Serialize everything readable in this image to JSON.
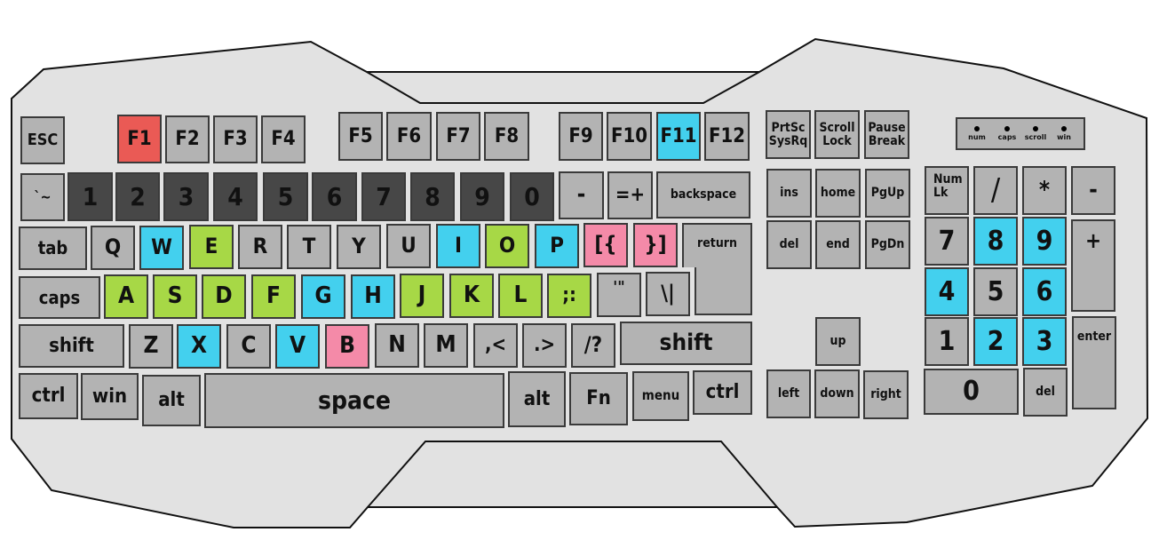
{
  "colors": {
    "body_fill": "#e2e2e2",
    "body_stroke": "#111111",
    "key_default": "#b3b3b3",
    "key_dark": "#474747",
    "key_red": "#ea5a55",
    "key_blue": "#43d0ee",
    "key_green": "#a7d846",
    "key_pink": "#f48aa8"
  },
  "indicators": {
    "labels": [
      "num",
      "caps",
      "scroll",
      "win"
    ]
  },
  "keys": {
    "esc": "ESC",
    "f1": "F1",
    "f2": "F2",
    "f3": "F3",
    "f4": "F4",
    "f5": "F5",
    "f6": "F6",
    "f7": "F7",
    "f8": "F8",
    "f9": "F9",
    "f10": "F10",
    "f11": "F11",
    "f12": "F12",
    "prtsc_1": "PrtSc",
    "prtsc_2": "SysRq",
    "scroll_1": "Scroll",
    "scroll_2": "Lock",
    "pause_1": "Pause",
    "pause_2": "Break",
    "backtick": "`~",
    "d1": "1",
    "d2": "2",
    "d3": "3",
    "d4": "4",
    "d5": "5",
    "d6": "6",
    "d7": "7",
    "d8": "8",
    "d9": "9",
    "d0": "0",
    "minus": "-",
    "equals": "=+",
    "backspace": "backspace",
    "tab": "tab",
    "q": "Q",
    "w": "W",
    "e": "E",
    "r": "R",
    "t": "T",
    "y": "Y",
    "u": "U",
    "i": "I",
    "o": "O",
    "p": "P",
    "lbracket": "[{",
    "rbracket": "}]",
    "return": "return",
    "caps": "caps",
    "a": "A",
    "s": "S",
    "d": "D",
    "f": "F",
    "g": "G",
    "h": "H",
    "j": "J",
    "k": "K",
    "l": "L",
    "semicolon": ";:",
    "quote": "'\"",
    "backslash": "\\|",
    "lshift": "shift",
    "z": "Z",
    "x": "X",
    "c": "C",
    "v": "V",
    "b": "B",
    "n": "N",
    "m": "M",
    "comma": ",<",
    "period": ".>",
    "slash": "/?",
    "rshift": "shift",
    "lctrl": "ctrl",
    "win": "win",
    "lalt": "alt",
    "space": "space",
    "ralt": "alt",
    "fn": "Fn",
    "menu": "menu",
    "rctrl": "ctrl",
    "ins": "ins",
    "home": "home",
    "pgup": "PgUp",
    "del": "del",
    "end": "end",
    "pgdn": "PgDn",
    "up": "up",
    "left": "left",
    "down": "down",
    "right": "right",
    "numlk_1": "Num",
    "numlk_2": "Lk",
    "np_div": "/",
    "np_mul": "*",
    "np_sub": "-",
    "np_add": "+",
    "np7": "7",
    "np8": "8",
    "np9": "9",
    "np4": "4",
    "np5": "5",
    "np6": "6",
    "np1": "1",
    "np2": "2",
    "np3": "3",
    "np0": "0",
    "np_del": "del",
    "np_enter": "enter"
  }
}
